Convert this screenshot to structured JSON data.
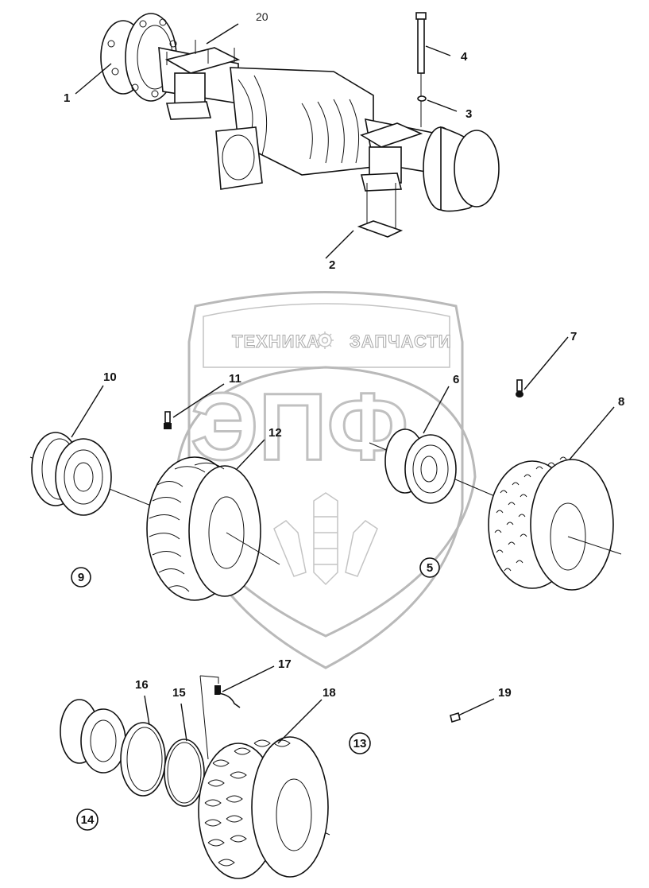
{
  "diagram": {
    "type": "exploded parts diagram",
    "subject": "drive axle assembly with wheel and tire options",
    "watermark": {
      "top_left_text": "ТЕХНИКА",
      "top_right_text": "ЗАПЧАСТИ",
      "logo_letters": "ЭПФ",
      "gear_icon": "gear-icon"
    },
    "callouts": [
      {
        "id": "1",
        "label": "1",
        "part": "axle wheel hub (left)"
      },
      {
        "id": "2",
        "label": "2",
        "part": "clamp plate"
      },
      {
        "id": "3",
        "label": "3",
        "part": "nut"
      },
      {
        "id": "4",
        "label": "4",
        "part": "U-bolt / stud"
      },
      {
        "id": "6",
        "label": "6",
        "part": "wheel rim"
      },
      {
        "id": "7",
        "label": "7",
        "part": "valve stem"
      },
      {
        "id": "8",
        "label": "8",
        "part": "turf tire"
      },
      {
        "id": "10",
        "label": "10",
        "part": "wheel rim"
      },
      {
        "id": "11",
        "label": "11",
        "part": "valve stem"
      },
      {
        "id": "12",
        "label": "12",
        "part": "lug tire"
      },
      {
        "id": "15",
        "label": "15",
        "part": "O-ring"
      },
      {
        "id": "16",
        "label": "16",
        "part": "lock ring"
      },
      {
        "id": "17",
        "label": "17",
        "part": "angled valve"
      },
      {
        "id": "18",
        "label": "18",
        "part": "industrial tire"
      },
      {
        "id": "19",
        "label": "19",
        "part": "small label / nut"
      },
      {
        "id": "20",
        "label": "20",
        "part": "mounting plate"
      }
    ],
    "assembly_markers": [
      {
        "id": "5",
        "label": "5",
        "group": "wheel assembly with turf tire"
      },
      {
        "id": "9",
        "label": "9",
        "group": "wheel assembly with lug tire"
      },
      {
        "id": "13",
        "label": "13",
        "group": "split-rim wheel assembly"
      },
      {
        "id": "14",
        "label": "14",
        "group": "split-rim wheel assembly"
      }
    ]
  }
}
